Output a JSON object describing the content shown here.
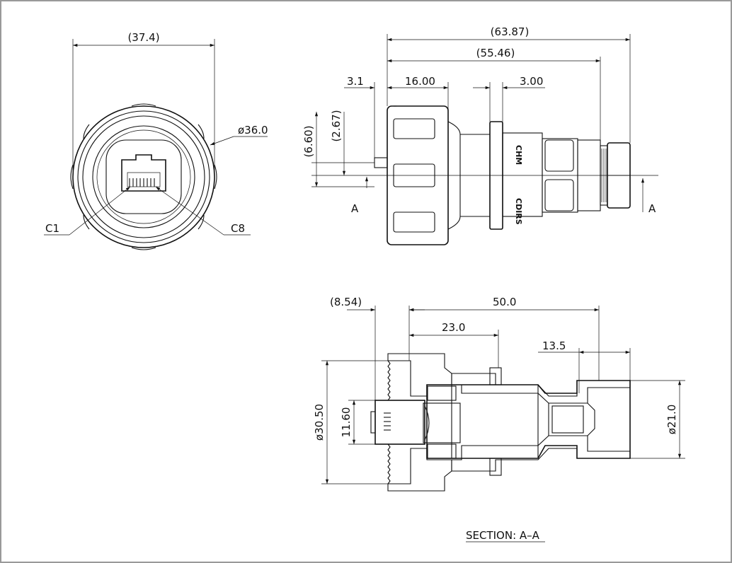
{
  "front_view": {
    "width_dim": "(37.4)",
    "diameter_dim": "ø36.0",
    "pin_first": "C1",
    "pin_last": "C8"
  },
  "side_view": {
    "overall_length": "(63.87)",
    "body_length": "(55.46)",
    "dim_3_1": "3.1",
    "dim_16": "16.00",
    "dim_3": "3.00",
    "dim_660": "(6.60)",
    "dim_267": "(2.67)",
    "section_mark_left": "A",
    "section_mark_right": "A",
    "marking_top": "CHM",
    "marking_bottom": "CDIRS"
  },
  "section_view": {
    "dim_854": "(8.54)",
    "dim_50": "50.0",
    "dim_23": "23.0",
    "dim_135": "13.5",
    "dim_3050": "ø30.50",
    "dim_1160": "11.60",
    "dim_21": "ø21.0",
    "caption": "SECTION: A–A"
  }
}
